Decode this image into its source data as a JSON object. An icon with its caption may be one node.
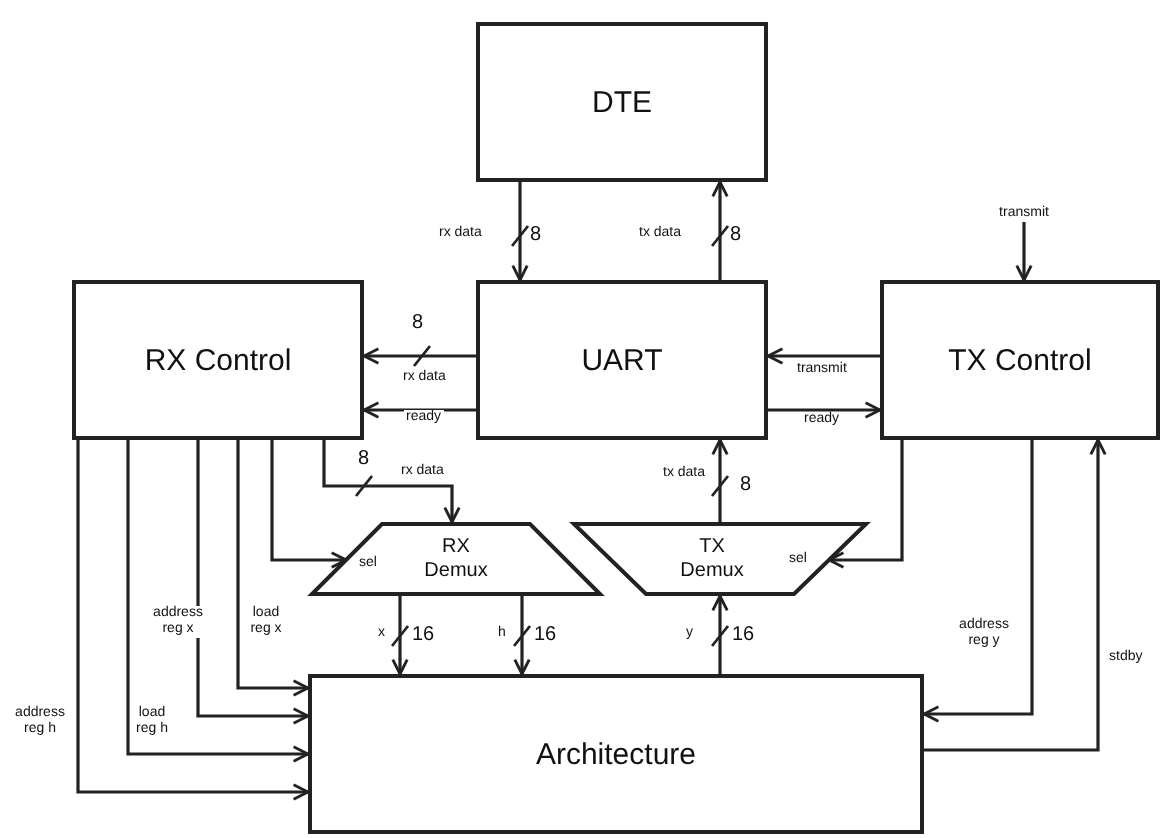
{
  "diagram": {
    "nodes": [
      {
        "text": [
          "DTE"
        ]
      },
      {
        "text": [
          "transmit"
        ]
      },
      {
        "text": [
          "RX Control"
        ]
      },
      {
        "text": [
          "UART"
        ]
      },
      {
        "text": [
          "TX Control"
        ]
      },
      {
        "text": [
          "RX Demux"
        ]
      },
      {
        "text": [
          "TX Demux"
        ]
      },
      {
        "text": [
          "Architecture"
        ]
      }
    ],
    "edges": [
      {
        "from": 0,
        "to": 3,
        "arrow": "to",
        "label": "rx data"
      },
      {
        "from": 3,
        "to": 0,
        "arrow": "to",
        "label": "tx data"
      },
      {
        "from": 1,
        "to": 4,
        "arrow": "to"
      },
      {
        "from": 3,
        "to": 2,
        "arrow": "to",
        "label": "rx data"
      },
      {
        "from": 3,
        "to": 2,
        "arrow": "to",
        "label": "ready"
      },
      {
        "from": 4,
        "to": 3,
        "arrow": "to",
        "label": "transmit"
      },
      {
        "from": 3,
        "to": 4,
        "arrow": "to",
        "label": "ready"
      },
      {
        "from": 2,
        "to": 5,
        "arrow": "to",
        "label": "rx data"
      },
      {
        "from": 2,
        "to": 5,
        "arrow": "to",
        "label": "sel"
      },
      {
        "from": 4,
        "to": 6,
        "arrow": "to",
        "label": "sel"
      },
      {
        "from": 6,
        "to": 3,
        "arrow": "to",
        "label": "tx data"
      },
      {
        "from": 5,
        "to": 7,
        "arrow": "to",
        "label": "x"
      },
      {
        "from": 5,
        "to": 7,
        "arrow": "to",
        "label": "h"
      },
      {
        "from": 7,
        "to": 6,
        "arrow": "to",
        "label": "y"
      },
      {
        "from": 2,
        "to": 7,
        "arrow": "to",
        "label": "load reg x"
      },
      {
        "from": 2,
        "to": 7,
        "arrow": "to",
        "label": "address reg x"
      },
      {
        "from": 2,
        "to": 7,
        "arrow": "to",
        "label": "load reg h"
      },
      {
        "from": 2,
        "to": 7,
        "arrow": "to",
        "label": "address reg h"
      },
      {
        "from": 4,
        "to": 7,
        "arrow": "to",
        "label": "address reg y"
      },
      {
        "from": 7,
        "to": 4,
        "arrow": "to",
        "label": "stdby"
      }
    ],
    "labels": [
      "8",
      "8",
      "8",
      "8",
      "8",
      "16",
      "16",
      "16"
    ]
  }
}
